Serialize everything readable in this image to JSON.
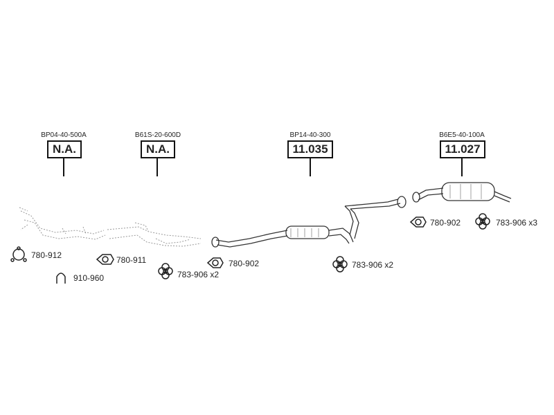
{
  "parts": [
    {
      "oem": "BP04-40-500A",
      "ref": "N.A."
    },
    {
      "oem": "B61S-20-600D",
      "ref": "N.A."
    },
    {
      "oem": "BP14-40-300",
      "ref": "11.035"
    },
    {
      "oem": "B6E5-40-100A",
      "ref": "11.027"
    }
  ],
  "accessories": [
    {
      "label": "780-912",
      "icon": "clamp-icon"
    },
    {
      "label": "910-960",
      "icon": "u-bolt-icon"
    },
    {
      "label": "780-911",
      "icon": "gasket-icon"
    },
    {
      "label": "783-906 x2",
      "icon": "rubber-hanger-icon"
    },
    {
      "label": "780-902",
      "icon": "gasket-icon"
    },
    {
      "label": "783-906 x2",
      "icon": "rubber-hanger-icon"
    },
    {
      "label": "780-902",
      "icon": "gasket-icon"
    },
    {
      "label": "783-906 x3",
      "icon": "rubber-hanger-icon"
    }
  ]
}
